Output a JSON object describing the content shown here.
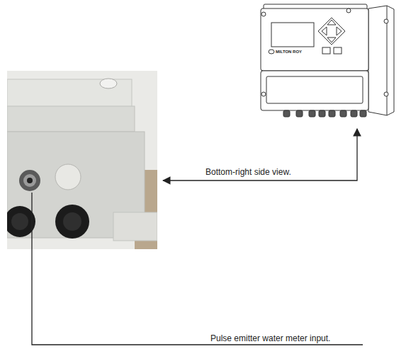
{
  "diagram": {
    "labels": [
      "Bottom-right side view.",
      "Pulse emitter water meter input.",
      "MILTON ROY"
    ]
  }
}
